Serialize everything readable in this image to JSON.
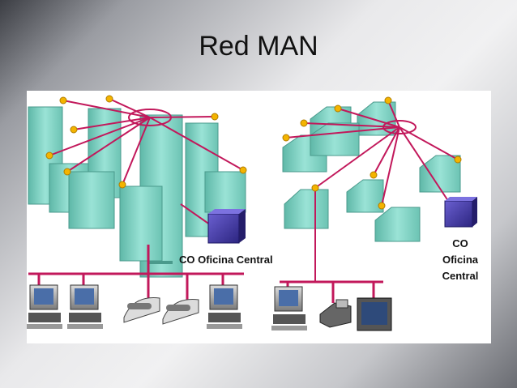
{
  "slide": {
    "title": "Red MAN"
  },
  "diagram": {
    "left_network": {
      "co_label": "CO Oficina Central"
    },
    "right_network": {
      "co_label_lines": [
        "CO",
        "Oficina",
        "Central"
      ]
    }
  },
  "colors": {
    "link_line": "#c2185b",
    "node_dot": "#f4b400",
    "building": "#7fd1c3",
    "co_box": "#4a3fa0"
  }
}
